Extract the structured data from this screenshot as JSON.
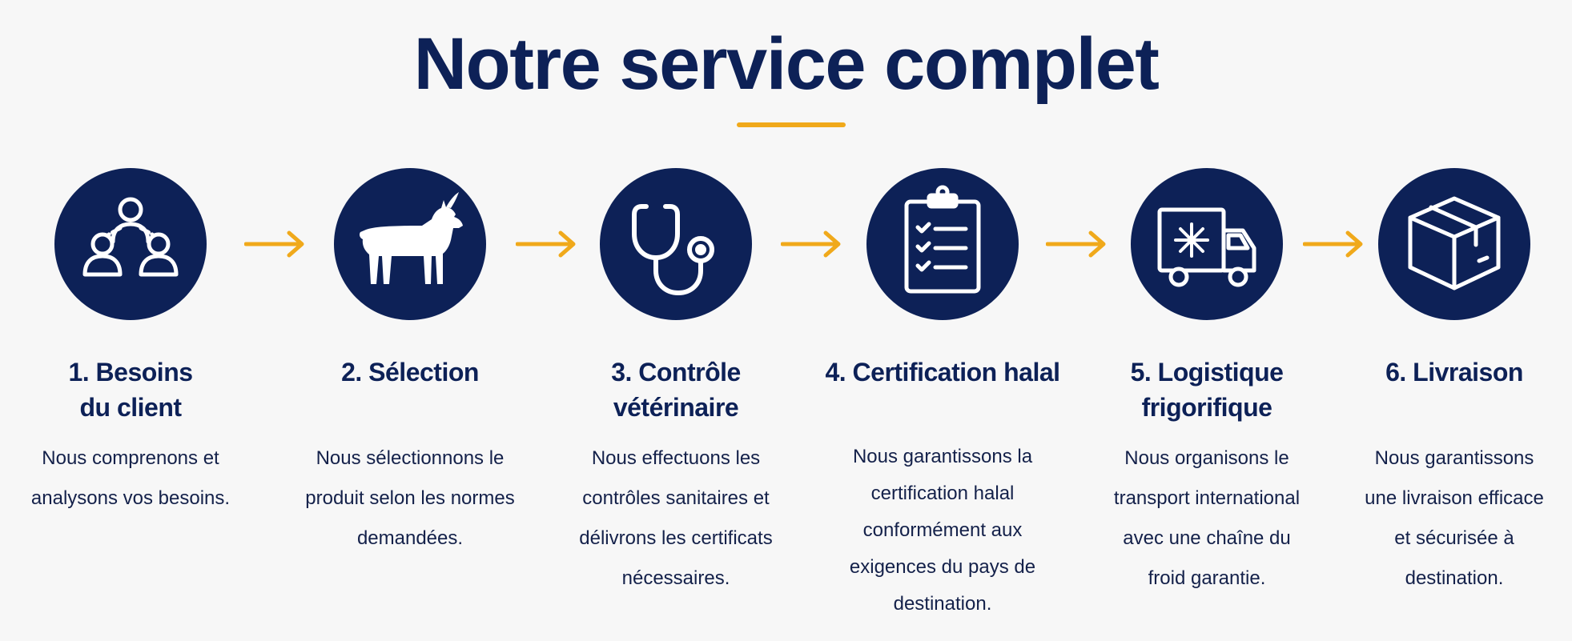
{
  "title": "Notre service complet",
  "colors": {
    "navy": "#0d2157",
    "accent": "#f0a91b",
    "background": "#f7f7f7"
  },
  "steps": [
    {
      "icon": "people-icon",
      "title_line1": "1. Besoins",
      "title_line2": "du client",
      "desc": [
        "Nous comprenons et",
        "analysons vos besoins."
      ]
    },
    {
      "icon": "goat-icon",
      "title_line1": "2. Sélection",
      "title_line2": "",
      "desc": [
        "Nous sélectionnons le",
        "produit selon les normes",
        "demandées."
      ]
    },
    {
      "icon": "stethoscope-icon",
      "title_line1": "3. Contrôle",
      "title_line2": "vétérinaire",
      "desc": [
        "Nous effectuons les",
        "contrôles sanitaires et",
        "délivrons les certificats",
        "nécessaires."
      ]
    },
    {
      "icon": "clipboard-checklist-icon",
      "title_line1": "4. Certification halal",
      "title_line2": "",
      "desc": [
        "Nous garantissons la",
        "certification halal",
        "conformément aux",
        "exigences du pays de",
        "destination."
      ]
    },
    {
      "icon": "refrigerated-truck-icon",
      "title_line1": "5. Logistique",
      "title_line2": "frigorifique",
      "desc": [
        "Nous organisons le",
        "transport international",
        "avec une chaîne du",
        "froid garantie."
      ]
    },
    {
      "icon": "package-box-icon",
      "title_line1": "6. Livraison",
      "title_line2": "",
      "desc": [
        "Nous garantissons",
        "une livraison efficace",
        "et sécurisée à",
        "destination."
      ]
    }
  ]
}
